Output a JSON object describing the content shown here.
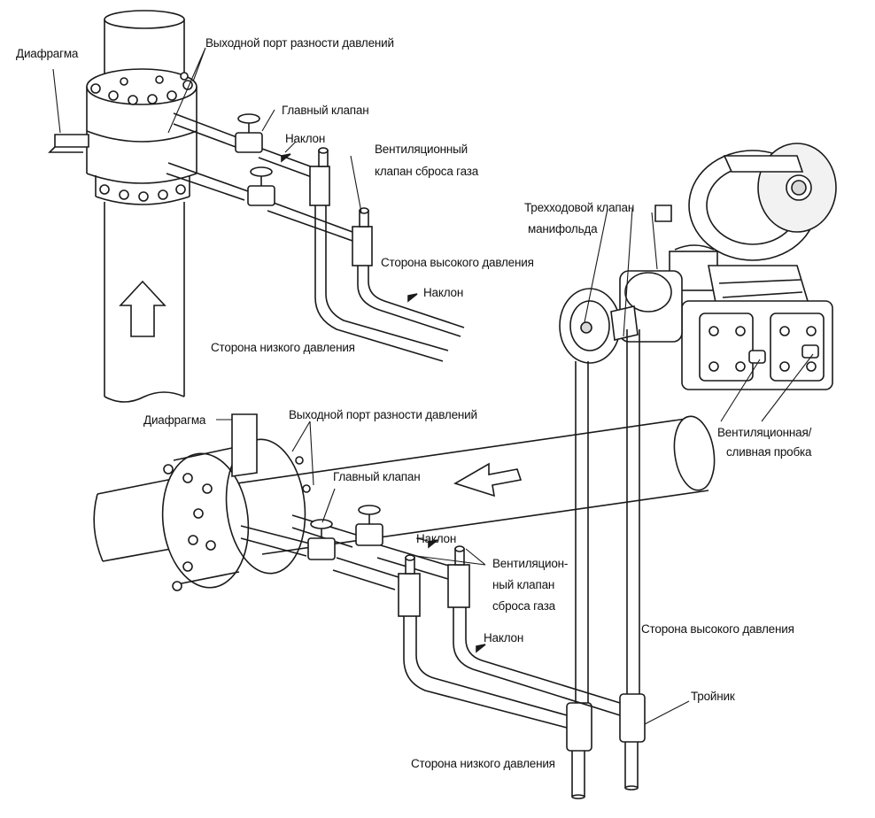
{
  "labels": {
    "diaphragm_top": "Диафрагма",
    "dp_port_top": "Выходной порт разности давлений",
    "main_valve_top": "Главный клапан",
    "slope_top_1": "Наклон",
    "vent_top_line1": "Вентиляционный",
    "vent_top_line2": "клапан сброса газа",
    "high_side_top": "Сторона высокого давления",
    "slope_top_2": "Наклон",
    "low_side_top": "Сторона низкого давления",
    "manifold_line1": "Трехходовой клапан",
    "manifold_line2": "манифольда",
    "drain_line1": "Вентиляционная/",
    "drain_line2": "сливная пробка",
    "diaphragm_bottom": "Диафрагма",
    "dp_port_bottom": "Выходной порт разности давлений",
    "main_valve_bottom": "Главный клапан",
    "slope_bottom_1": "Наклон",
    "vent_bottom_line1": "Вентиляцион-",
    "vent_bottom_line2": "ный клапан",
    "vent_bottom_line3": "сброса  газа",
    "slope_bottom_2": "Наклон",
    "high_side_bottom": "Сторона высокого давления",
    "tee": "Тройник",
    "low_side_bottom": "Сторона низкого давления"
  },
  "colors": {
    "line": "#1a1a1a",
    "fill": "#ffffff",
    "shade": "#d9d9d9"
  }
}
